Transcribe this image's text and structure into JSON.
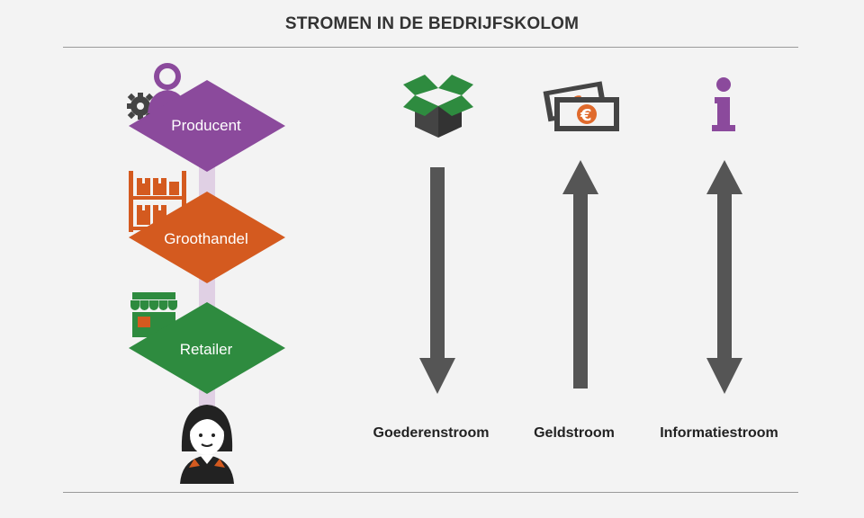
{
  "title": "STROMEN IN DE BEDRIJFSKOLOM",
  "chain": [
    {
      "label": "Producent",
      "color": "#8b4a9c",
      "icon": "producer-person-gear-icon"
    },
    {
      "label": "Groothandel",
      "color": "#d45a1f",
      "icon": "warehouse-shelves-icon"
    },
    {
      "label": "Retailer",
      "color": "#2e8b3f",
      "icon": "storefront-icon"
    }
  ],
  "consumer": {
    "icon": "consumer-woman-icon"
  },
  "flows": [
    {
      "label": "Goederenstroom",
      "direction": "down",
      "icon": "open-box-icon"
    },
    {
      "label": "Geldstroom",
      "direction": "up",
      "icon": "euro-banknotes-icon"
    },
    {
      "label": "Informatiestroom",
      "direction": "both",
      "icon": "info-icon"
    }
  ],
  "colors": {
    "arrow": "#555555",
    "rule": "#9a9a9a",
    "connector": "#e0d0e4",
    "euro": "#e06a2c"
  }
}
